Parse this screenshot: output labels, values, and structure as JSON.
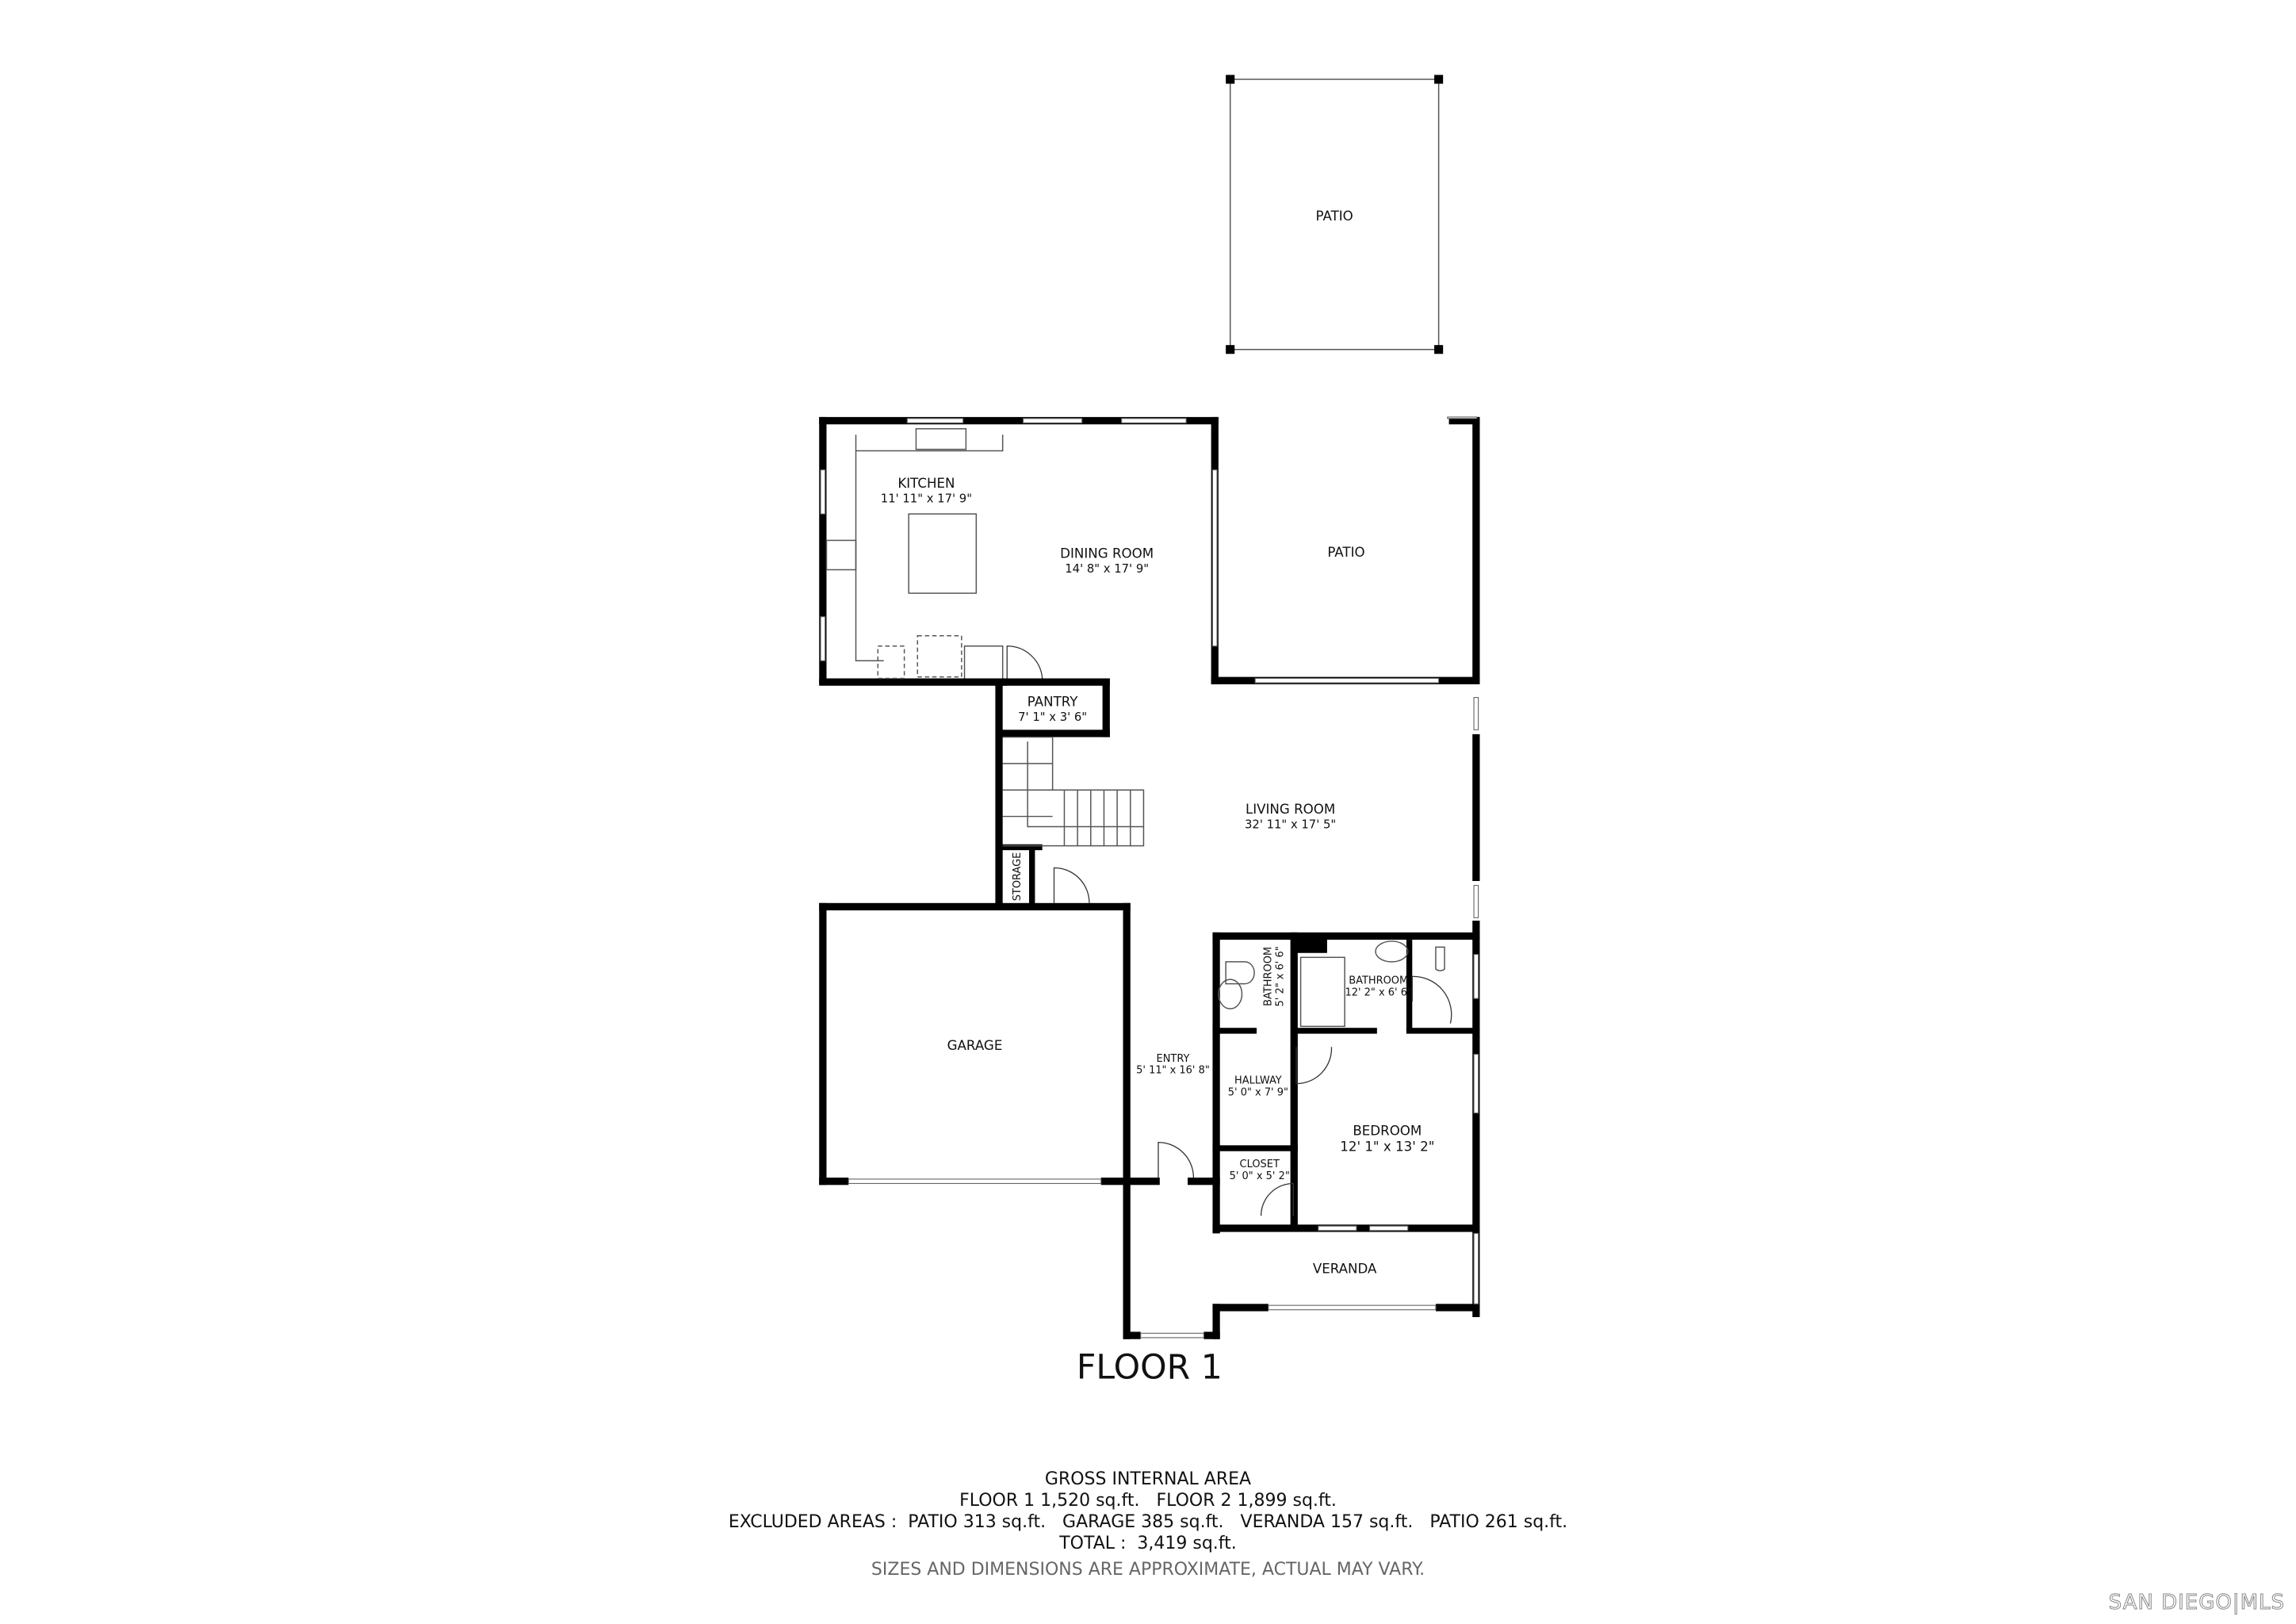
{
  "floor_title": "FLOOR 1",
  "rooms": {
    "patio_top": {
      "name": "PATIO"
    },
    "kitchen": {
      "name": "KITCHEN",
      "dims": "11' 11\" x 17' 9\""
    },
    "dining": {
      "name": "DINING ROOM",
      "dims": "14' 8\" x 17' 9\""
    },
    "patio": {
      "name": "PATIO"
    },
    "pantry": {
      "name": "PANTRY",
      "dims": "7' 1\" x 3' 6\""
    },
    "living": {
      "name": "LIVING ROOM",
      "dims": "32' 11\" x 17' 5\""
    },
    "storage": {
      "name": "STORAGE"
    },
    "garage": {
      "name": "GARAGE"
    },
    "bathroom_small": {
      "name": "BATHROOM",
      "dims": "5' 2\" x 6' 6\""
    },
    "bathroom_large": {
      "name": "BATHROOM",
      "dims": "12' 2\" x 6' 6\""
    },
    "entry": {
      "name": "ENTRY",
      "dims": "5' 11\" x 16' 8\""
    },
    "hallway": {
      "name": "HALLWAY",
      "dims": "5' 0\" x 7' 9\""
    },
    "bedroom": {
      "name": "BEDROOM",
      "dims": "12' 1\" x 13' 2\""
    },
    "closet": {
      "name": "CLOSET",
      "dims": "5' 0\" x 5' 2\""
    },
    "veranda": {
      "name": "VERANDA"
    }
  },
  "summary": {
    "heading": "GROSS INTERNAL AREA",
    "floors": "FLOOR 1 1,520 sq.ft.   FLOOR 2 1,899 sq.ft.",
    "excluded": "EXCLUDED AREAS :  PATIO 313 sq.ft.   GARAGE 385 sq.ft.   VERANDA 157 sq.ft.   PATIO 261 sq.ft.",
    "total": "TOTAL :  3,419 sq.ft.",
    "disclaimer": "SIZES AND DIMENSIONS ARE APPROXIMATE, ACTUAL MAY VARY."
  },
  "logo": "SAN DIEGO|MLS"
}
